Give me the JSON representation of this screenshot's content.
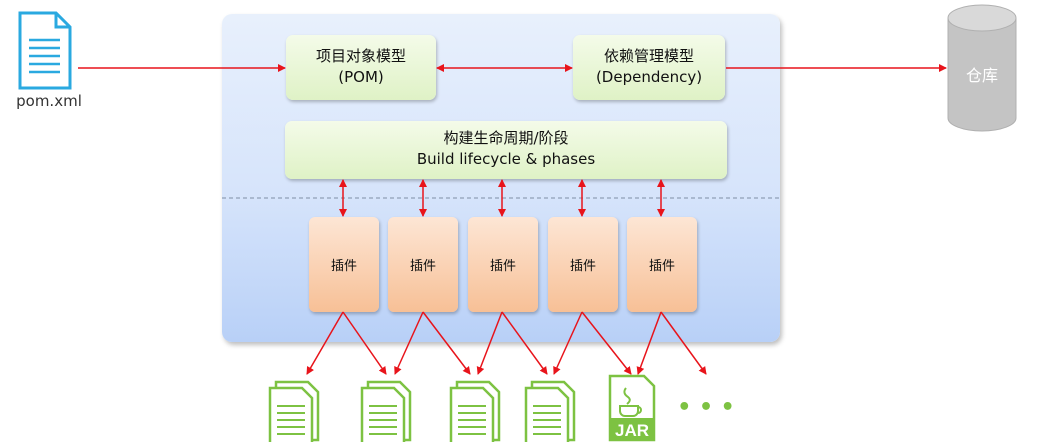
{
  "pom_file": {
    "label": "pom.xml",
    "icon": "document-icon",
    "color": "#2aa9e0"
  },
  "pom_model": {
    "line1": "项目对象模型",
    "line2": "(POM)"
  },
  "dependency_model": {
    "line1": "依赖管理模型",
    "line2": "(Dependency)"
  },
  "repository": {
    "label": "仓库",
    "icon": "database-cylinder-icon",
    "color": "#bfbfbf"
  },
  "lifecycle": {
    "line1": "构建生命周期/阶段",
    "line2": "Build lifecycle & phases"
  },
  "plugins": [
    "插件",
    "插件",
    "插件",
    "插件",
    "插件"
  ],
  "outputs": {
    "icons": [
      "document-icon",
      "document-icon",
      "document-icon",
      "document-icon",
      "jar-file-icon"
    ],
    "jar_label": "JAR",
    "more": "• • •",
    "color": "#7dc242"
  },
  "colors": {
    "arrow": "#e8141b",
    "panel": "#d6e4fb",
    "green": "#dff2c6",
    "orange": "#f7c096"
  }
}
